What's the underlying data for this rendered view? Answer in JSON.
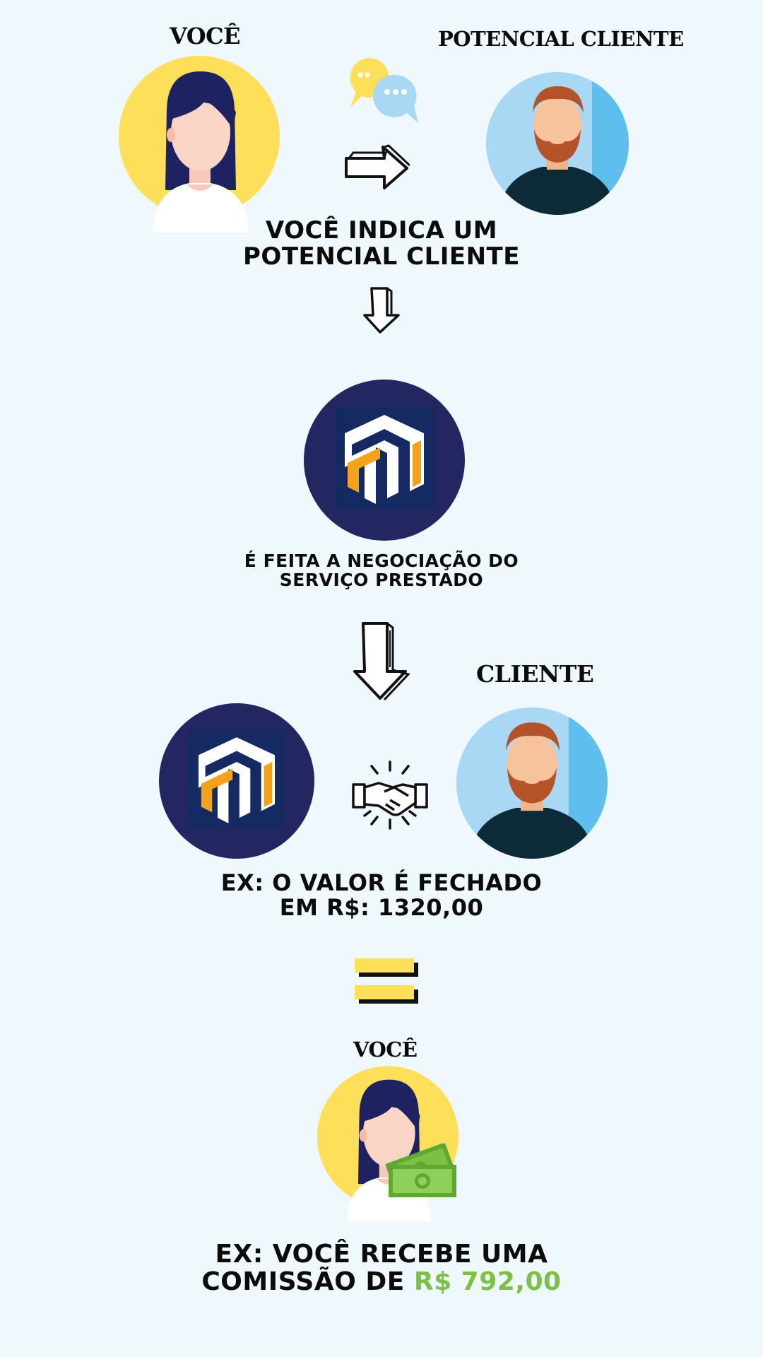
{
  "labels": {
    "you_top": "VOCÊ",
    "potential_client": "POTENCIAL CLIENTE",
    "client": "CLIENTE",
    "you_bottom": "VOCÊ"
  },
  "steps": {
    "step1_line1": "VOCÊ INDICA UM",
    "step1_line2": "POTENCIAL CLIENTE",
    "step2_line1": "É FEITA A NEGOCIAÇÃO DO",
    "step2_line2": "SERVIÇO PRESTADO",
    "step3_line1": "EX: O VALOR É FECHADO",
    "step3_line2": "EM R$: 1320,00",
    "step4_line1": "EX: VOCÊ RECEBE UMA",
    "step4_line2_prefix": "COMISSÃO DE ",
    "step4_amount": "R$ 792,00"
  },
  "colors": {
    "background": "#eef8fd",
    "avatar_yellow": "#fddf5a",
    "avatar_blue": "#a8d8f3",
    "logo_navy": "#232660",
    "logo_orange": "#f3a21c",
    "money_green": "#7dc045",
    "equals_yellow": "#fddf5a"
  },
  "icons": {
    "chat": "chat-bubbles-icon",
    "arrow_right": "arrow-right-icon",
    "arrow_down": "arrow-down-icon",
    "handshake": "handshake-icon",
    "equals": "equals-icon",
    "money": "money-icon",
    "logo": "company-logo"
  }
}
